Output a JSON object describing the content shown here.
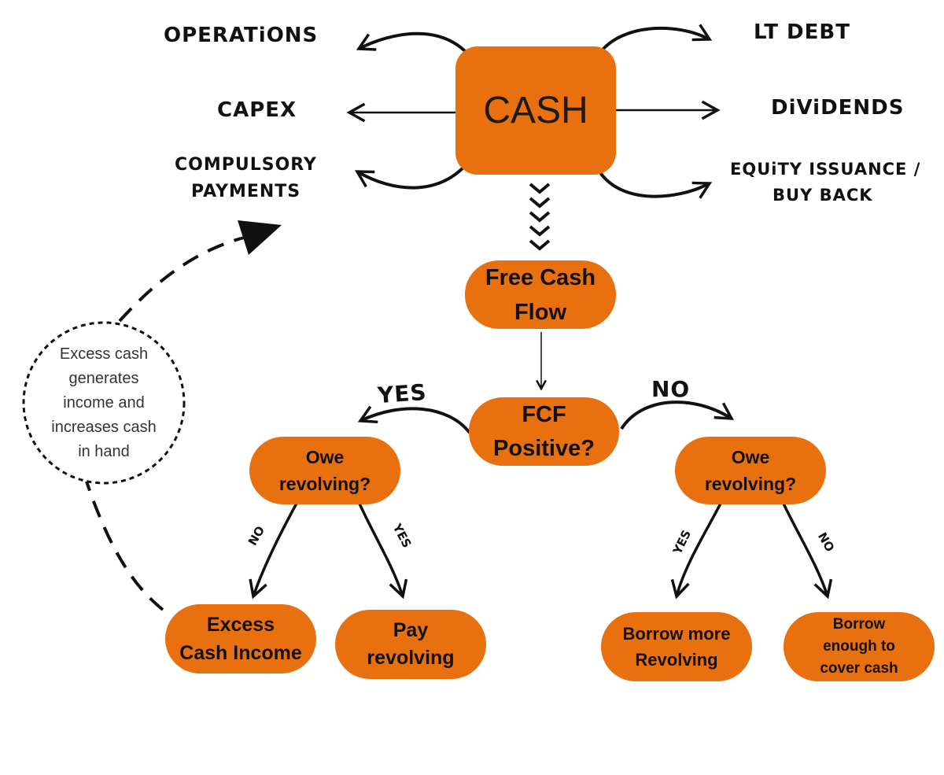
{
  "colors": {
    "node_fill": "#e8700f",
    "ink": "#111111",
    "background": "#ffffff"
  },
  "center": {
    "label": "CASH"
  },
  "left_uses": {
    "top": "OPERATiONS",
    "middle": "CAPEX",
    "bottom_line1": "COMPULSORY",
    "bottom_line2": "PAYMENTS"
  },
  "right_uses": {
    "top": "LT DEBT",
    "middle": "DiViDENDS",
    "bottom_line1": "EQUiTY ISSUANCE /",
    "bottom_line2": "BUY BACK"
  },
  "fcf_node": {
    "line1": "Free Cash",
    "line2": "Flow"
  },
  "decision_node": {
    "line1": "FCF",
    "line2": "Positive?"
  },
  "branch_labels": {
    "yes": "YES",
    "no": "NO"
  },
  "left_question": {
    "line1": "Owe",
    "line2": "revolving?"
  },
  "right_question": {
    "line1": "Owe",
    "line2": "revolving?"
  },
  "sub_branch_labels": {
    "left_no": "NO",
    "left_yes": "YES",
    "right_yes": "YES",
    "right_no": "NO"
  },
  "outcomes": {
    "excess_cash": {
      "line1": "Excess",
      "line2": "Cash Income"
    },
    "pay_revolving": {
      "line1": "Pay",
      "line2": "revolving"
    },
    "borrow_more": {
      "line1": "Borrow more",
      "line2": "Revolving"
    },
    "borrow_enough": {
      "line1": "Borrow",
      "line2": "enough to",
      "line3": "cover cash"
    }
  },
  "loop_note": {
    "line1": "Excess cash",
    "line2": "generates",
    "line3": "income and",
    "line4": "increases cash",
    "line5": "in hand"
  }
}
